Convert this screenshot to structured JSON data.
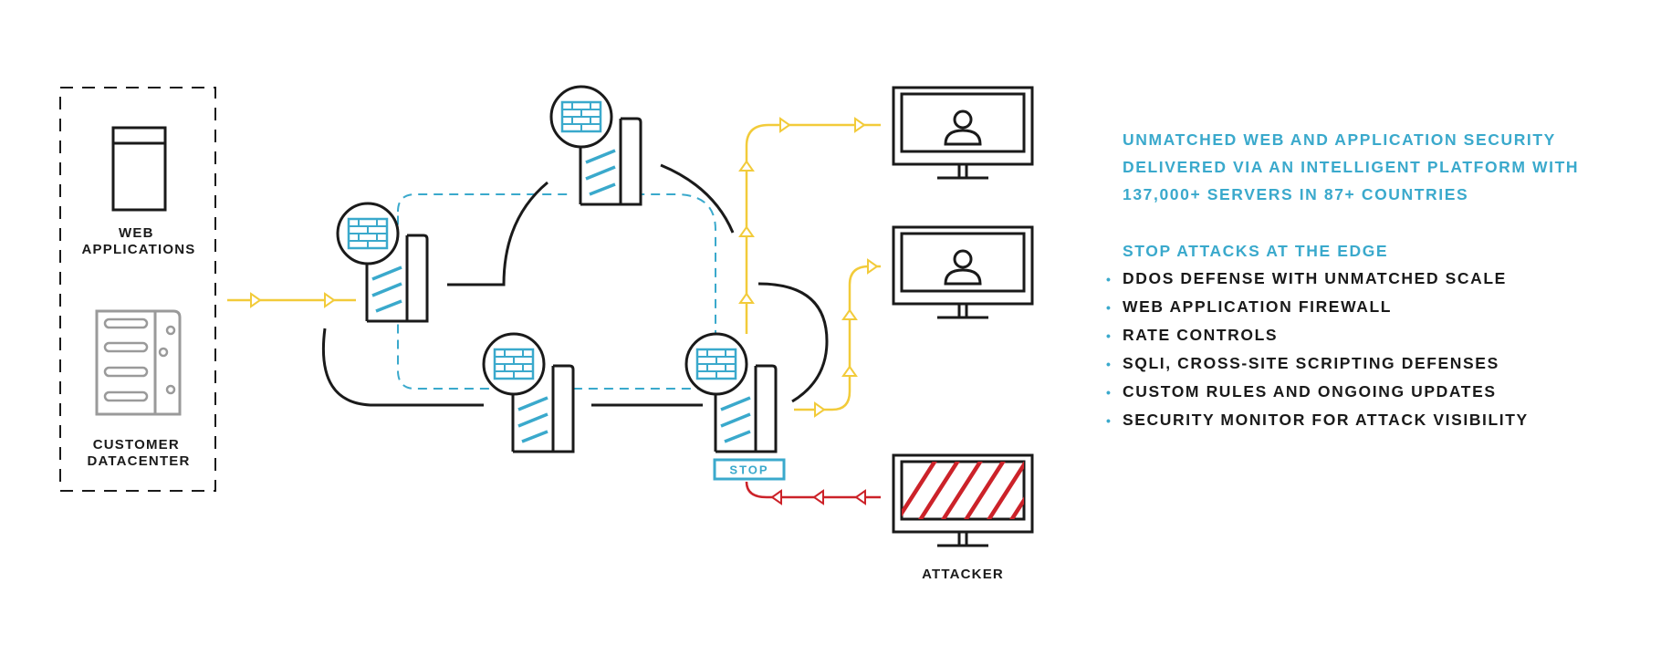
{
  "diagram": {
    "labels": {
      "web_applications": [
        "WEB",
        "APPLICATIONS"
      ],
      "customer_datacenter": [
        "CUSTOMER",
        "DATACENTER"
      ],
      "stop": "STOP",
      "attacker": "ATTACKER"
    }
  },
  "panel": {
    "headline": [
      "UNMATCHED WEB AND APPLICATION SECURITY",
      "DELIVERED VIA AN INTELLIGENT PLATFORM WITH",
      "137,000+ SERVERS IN 87+ COUNTRIES"
    ],
    "subheading": "STOP ATTACKS AT THE EDGE",
    "features": [
      "DDOS DEFENSE WITH UNMATCHED SCALE",
      "WEB APPLICATION FIREWALL",
      "RATE CONTROLS",
      "SQLI, CROSS-SITE SCRIPTING DEFENSES",
      "CUSTOM RULES AND ONGOING UPDATES",
      "SECURITY MONITOR FOR ATTACK VISIBILITY"
    ]
  },
  "colors": {
    "accent_blue": "#3aa9cc",
    "traffic_yellow": "#f2cb3a",
    "attack_red": "#cc2229",
    "outline_dark": "#1a1a1a",
    "datacenter_gray": "#9a9a9a"
  }
}
